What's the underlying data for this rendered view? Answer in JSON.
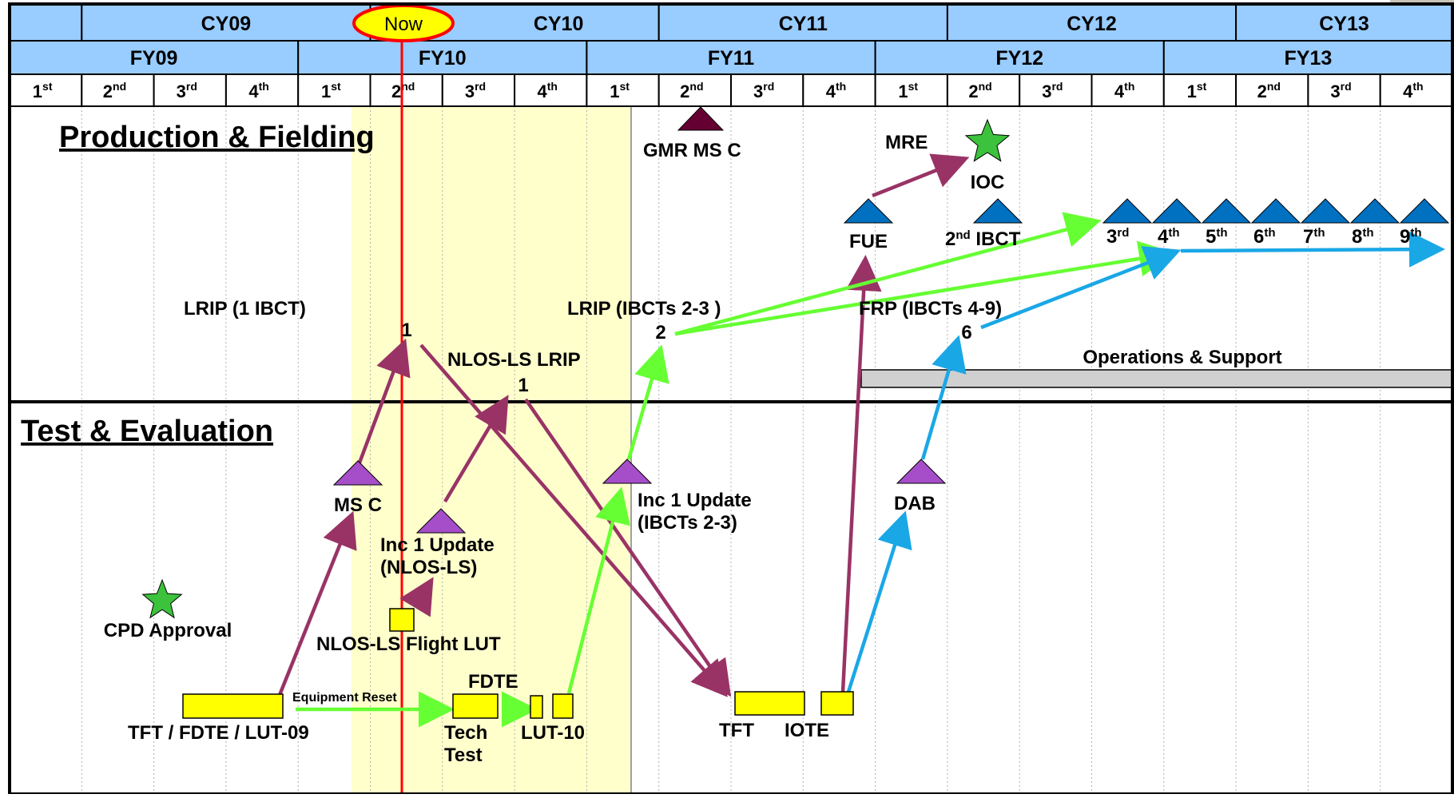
{
  "colors": {
    "header_fill": "#99ccff",
    "now_shade": "#ffffcc",
    "now_line": "#ff0000",
    "now_badge_fill": "#ffff00",
    "task_box": "#ffff00",
    "arrow_purple": "#993366",
    "arrow_green": "#66ff33",
    "arrow_blue": "#1aa7e6",
    "triangle_blue": "#0070c0",
    "triangle_purple": "#a64ec9",
    "triangle_dark": "#660033",
    "star_green": "#3cc23c",
    "ops_bar": "#d0d0d0"
  },
  "header": {
    "now": "Now",
    "cy": [
      "CY09",
      "CY10",
      "CY11",
      "CY12",
      "CY13"
    ],
    "fy": [
      "FY09",
      "FY10",
      "FY11",
      "FY12",
      "FY13"
    ],
    "quarters": [
      {
        "n": "1",
        "sup": "st"
      },
      {
        "n": "2",
        "sup": "nd"
      },
      {
        "n": "3",
        "sup": "rd"
      },
      {
        "n": "4",
        "sup": "th"
      },
      {
        "n": "1",
        "sup": "st"
      },
      {
        "n": "2",
        "sup": "nd"
      },
      {
        "n": "3",
        "sup": "rd"
      },
      {
        "n": "4",
        "sup": "th"
      },
      {
        "n": "1",
        "sup": "st"
      },
      {
        "n": "2",
        "sup": "nd"
      },
      {
        "n": "3",
        "sup": "rd"
      },
      {
        "n": "4",
        "sup": "th"
      },
      {
        "n": "1",
        "sup": "st"
      },
      {
        "n": "2",
        "sup": "nd"
      },
      {
        "n": "3",
        "sup": "rd"
      },
      {
        "n": "4",
        "sup": "th"
      },
      {
        "n": "1",
        "sup": "st"
      },
      {
        "n": "2",
        "sup": "nd"
      },
      {
        "n": "3",
        "sup": "rd"
      },
      {
        "n": "4",
        "sup": "th"
      }
    ]
  },
  "sections": {
    "production": "Production & Fielding",
    "test": "Test & Evaluation"
  },
  "production": {
    "gmr_ms_c": "GMR MS C",
    "mre": "MRE",
    "ioc": "IOC",
    "fue": "FUE",
    "ibct2": {
      "n": "2",
      "sup": "nd",
      "rest": " IBCT"
    },
    "fielding": [
      {
        "n": "3",
        "sup": "rd"
      },
      {
        "n": "4",
        "sup": "th"
      },
      {
        "n": "5",
        "sup": "th"
      },
      {
        "n": "6",
        "sup": "th"
      },
      {
        "n": "7",
        "sup": "th"
      },
      {
        "n": "8",
        "sup": "th"
      },
      {
        "n": "9",
        "sup": "th"
      }
    ],
    "lrip1": "LRIP (1 IBCT)",
    "lrip1_num": "1",
    "lrip23": "LRIP (IBCTs 2-3 )",
    "lrip23_num": "2",
    "frp": "FRP (IBCTs 4-9)",
    "frp_num": "6",
    "nlos_lrip": "NLOS-LS LRIP",
    "nlos_lrip_num": "1",
    "ops_support": "Operations & Support"
  },
  "test": {
    "ms_c": "MS C",
    "inc1_nlos_1": "Inc 1 Update",
    "inc1_nlos_2": "(NLOS-LS)",
    "inc1_ibct_1": "Inc 1 Update",
    "inc1_ibct_2": "(IBCTs 2-3)",
    "dab": "DAB",
    "cpd": "CPD Approval",
    "nlos_flight_lut": "NLOS-LS Flight LUT",
    "tft_fdte_lut09": "TFT / FDTE / LUT-09",
    "equipment_reset": "Equipment Reset",
    "fdte": "FDTE",
    "tech_test_1": "Tech",
    "tech_test_2": "Test",
    "lut10": "LUT-10",
    "tft": "TFT",
    "iote": "IOTE"
  }
}
